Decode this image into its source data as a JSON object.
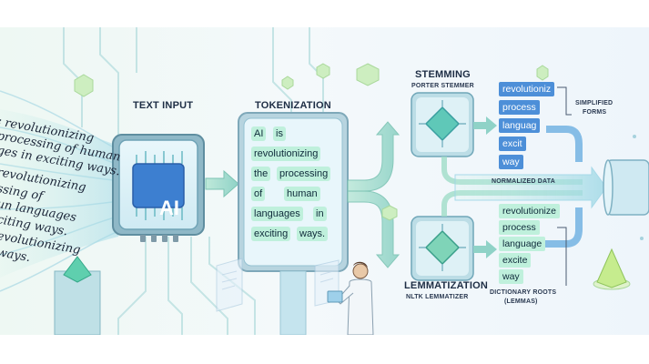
{
  "labels": {
    "text_input": "TEXT INPUT",
    "tokenization": "TOKENIZATION",
    "stemming": "STEMMING",
    "porter_stemmer": "PORTER STEMMER",
    "lemmatization": "LEMMATIZATION",
    "nltk_lemmatizer": "NLTK LEMMATIZER",
    "simplified_forms": [
      "SIMPLIFIED",
      "FORMS"
    ],
    "normalized_data": "NORMALIZED DATA",
    "dictionary_roots": [
      "DICTIONARY ROOTS",
      "(LEMMAS)"
    ],
    "chip_ai": "AI"
  },
  "handwriting": [
    "s revolutionizing",
    "processing of human",
    "ges in exciting ways.",
    "revolutionizing",
    "ssing of",
    "un languages",
    "citing ways.",
    "evolutionizing",
    "ways."
  ],
  "tokens": [
    "AI",
    "is",
    "revolutionizing",
    "the",
    "processing",
    "of",
    "human",
    "languages",
    "in",
    "exciting",
    "ways."
  ],
  "stems": [
    "revolutioniz",
    "process",
    "languag",
    "excit",
    "way"
  ],
  "lemmas": [
    "revolutionize",
    "process",
    "language",
    "excite",
    "way"
  ],
  "colors": {
    "accent_blue": "#4d8fd8",
    "token_green": "#bff0dc",
    "arrow_teal": "#9fdcc8",
    "chip_cyan": "#5ba7e6"
  }
}
